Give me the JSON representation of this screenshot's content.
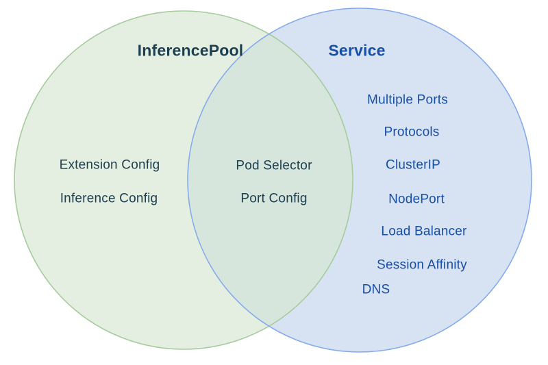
{
  "diagram": {
    "type": "venn",
    "left_circle": {
      "title": "InferencePool",
      "items": [
        "Extension Config",
        "Inference Config"
      ],
      "fill": "#e4efe1",
      "stroke": "#a6cc9e",
      "text_color": "#1c3e4f"
    },
    "right_circle": {
      "title": "Service",
      "items": [
        "Multiple Ports",
        "Protocols",
        "ClusterIP",
        "NodePort",
        "Load Balancer",
        "Session Affinity",
        "DNS"
      ],
      "fill": "#d7e2f3",
      "stroke": "#85abeb",
      "text_color": "#174ea6"
    },
    "overlap": {
      "items": [
        "Pod Selector",
        "Port Config"
      ],
      "fill": "#d7e6dd",
      "text_color": "#1c3e4f"
    },
    "background": "#ffffff"
  }
}
